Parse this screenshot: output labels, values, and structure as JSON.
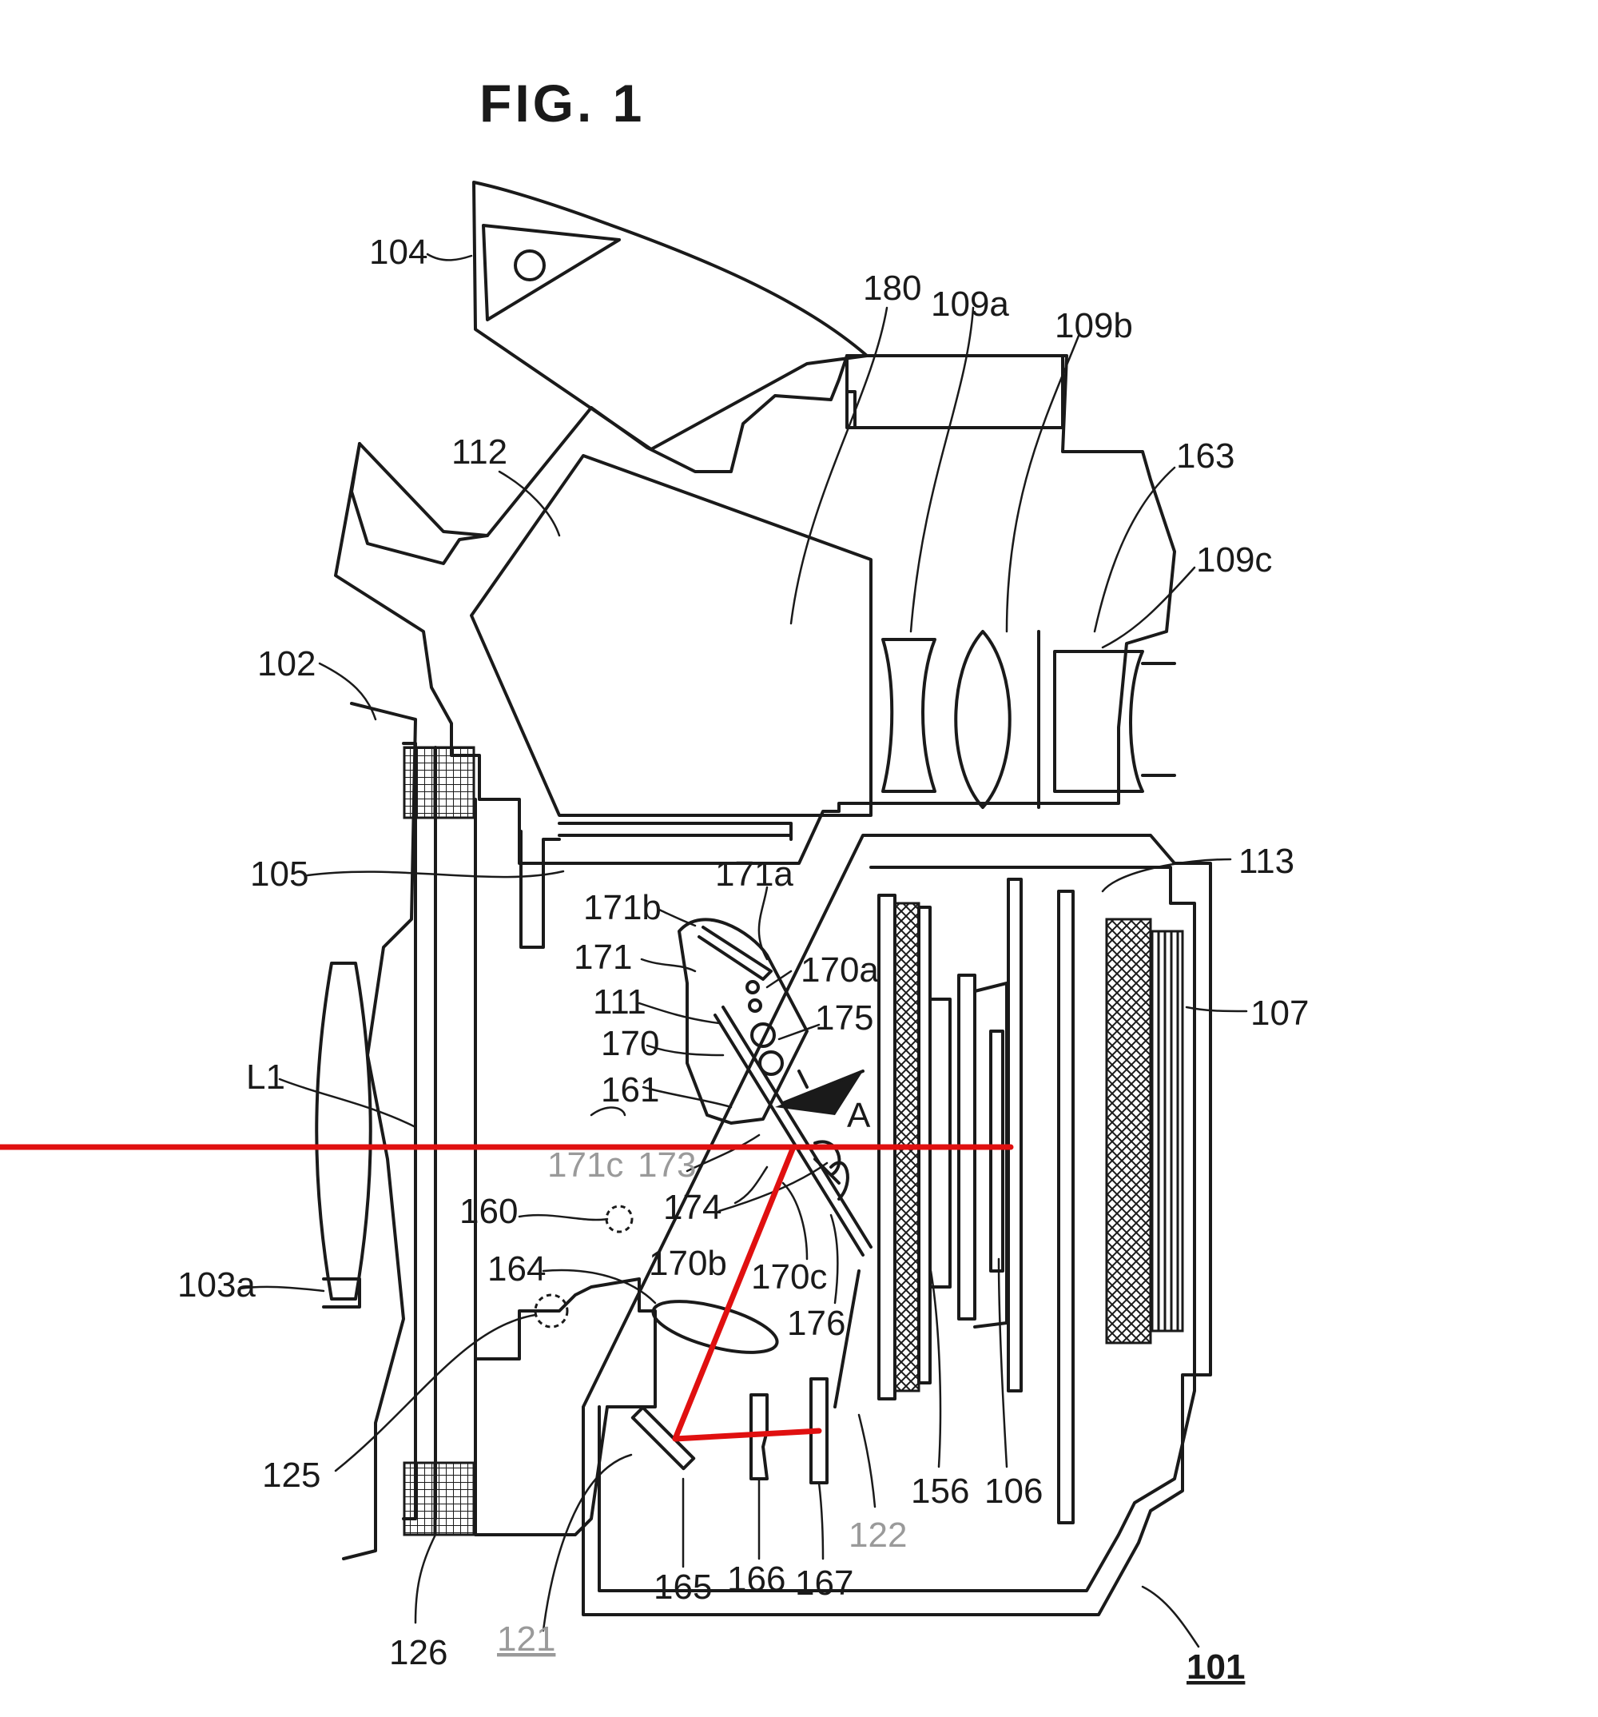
{
  "figure": {
    "title": "FIG. 1",
    "ray_color": "#e01010",
    "line_color": "#1a1a1a",
    "arrow_label": "A",
    "labels": {
      "l104": "104",
      "l180": "180",
      "l109a": "109a",
      "l109b": "109b",
      "l112": "112",
      "l163": "163",
      "l109c": "109c",
      "l102": "102",
      "l105": "105",
      "l171a": "171a",
      "l113": "113",
      "l171b": "171b",
      "l171": "171",
      "l170a": "170a",
      "l111": "111",
      "l175": "175",
      "l107": "107",
      "l170": "170",
      "l L1": "L1",
      "l161": "161",
      "l171c": "171c",
      "l173": "173",
      "l174": "174",
      "l160": "160",
      "l164": "164",
      "l170b": "170b",
      "l170c": "170c",
      "l103a": "103a",
      "l176": "176",
      "l125": "125",
      "l156": "156",
      "l106": "106",
      "l122": "122",
      "l165": "165",
      "l166": "166",
      "l167": "167",
      "l126": "126",
      "l121": "121",
      "l101": "101"
    }
  }
}
